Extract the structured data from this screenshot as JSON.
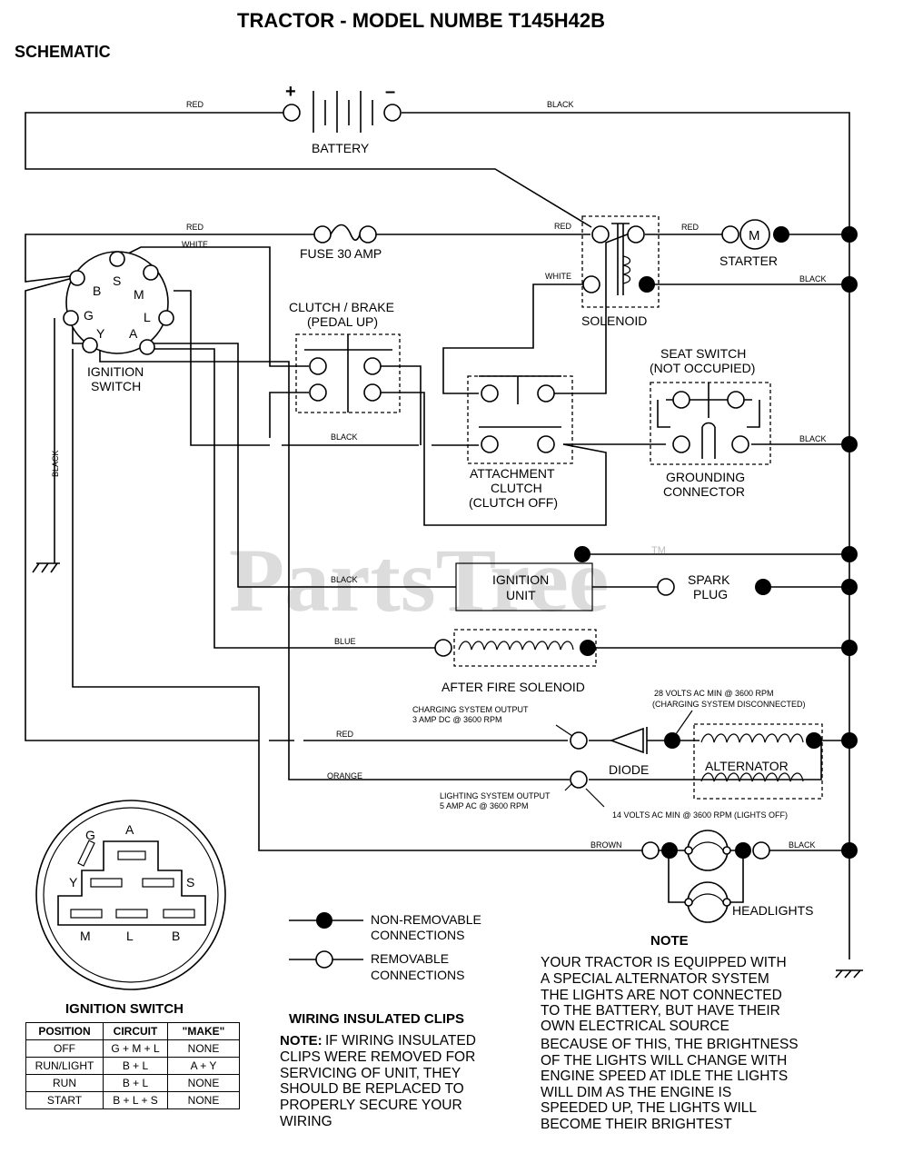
{
  "title": "TRACTOR - MODEL NUMBE T145H42B",
  "section": "SCHEMATIC",
  "watermark": {
    "text": "PartsTree",
    "tm": "TM"
  },
  "components": {
    "battery": "BATTERY",
    "battery_pos": "+",
    "battery_neg": "–",
    "fuse": "FUSE 30 AMP",
    "starter": "STARTER",
    "motor": "M",
    "solenoid": "SOLENOID",
    "ignition_switch": [
      "IGNITION",
      "SWITCH"
    ],
    "clutch_brake": [
      "CLUTCH / BRAKE",
      "(PEDAL UP)"
    ],
    "seat_switch": [
      "SEAT SWITCH",
      "(NOT OCCUPIED)"
    ],
    "grounding_connector": [
      "GROUNDING",
      "CONNECTOR"
    ],
    "attachment_clutch": [
      "ATTACHMENT",
      "CLUTCH",
      "(CLUTCH OFF)"
    ],
    "ignition_unit": [
      "IGNITION",
      "UNIT"
    ],
    "spark_plug": [
      "SPARK",
      "PLUG"
    ],
    "after_fire_solenoid": "AFTER FIRE SOLENOID",
    "diode": "DIODE",
    "alternator": "ALTERNATOR",
    "headlights": "HEADLIGHTS"
  },
  "switch_terminals": [
    "B",
    "S",
    "M",
    "L",
    "A",
    "Y",
    "G"
  ],
  "wires": {
    "red": "RED",
    "black": "BLACK",
    "white": "WHITE",
    "blue": "BLUE",
    "orange": "ORANGE",
    "brown": "BROWN"
  },
  "annotations": {
    "charging_output": [
      "CHARGING SYSTEM OUTPUT",
      "3 AMP DC @ 3600 RPM"
    ],
    "charging_disconnected": [
      "28 VOLTS AC MIN @ 3600 RPM",
      "(CHARGING SYSTEM DISCONNECTED)"
    ],
    "lighting_output": [
      "LIGHTING SYSTEM OUTPUT",
      "5 AMP AC @ 3600 RPM"
    ],
    "lights_off": "14 VOLTS AC MIN @ 3600 RPM (LIGHTS OFF)"
  },
  "legend": {
    "non_removable": [
      "NON-REMOVABLE",
      "CONNECTIONS"
    ],
    "removable": [
      "REMOVABLE",
      "CONNECTIONS"
    ]
  },
  "plug_diagram": {
    "title": "IGNITION SWITCH",
    "labels": [
      "G",
      "A",
      "Y",
      "S",
      "M",
      "L",
      "B"
    ]
  },
  "ignition_table": {
    "headers": [
      "POSITION",
      "CIRCUIT",
      "\"MAKE\""
    ],
    "rows": [
      [
        "OFF",
        "G + M + L",
        "NONE"
      ],
      [
        "RUN/LIGHT",
        "B + L",
        "A + Y"
      ],
      [
        "RUN",
        "B + L",
        "NONE"
      ],
      [
        "START",
        "B + L + S",
        "NONE"
      ]
    ]
  },
  "clips_note": {
    "heading": "WIRING INSULATED CLIPS",
    "lead": "NOTE:",
    "lines": [
      "IF WIRING INSULATED",
      "CLIPS WERE REMOVED FOR",
      "SERVICING OF UNIT, THEY",
      "SHOULD BE REPLACED TO",
      "PROPERLY SECURE YOUR",
      "WIRING"
    ]
  },
  "note": {
    "heading": "NOTE",
    "lines": [
      "YOUR TRACTOR IS EQUIPPED WITH",
      "A SPECIAL ALTERNATOR SYSTEM",
      "THE LIGHTS ARE NOT CONNECTED",
      "TO  THE BATTERY, BUT HAVE THEIR",
      "OWN ELECTRICAL SOURCE",
      "BECAUSE OF THIS, THE BRIGHTNESS",
      "OF THE LIGHTS WILL CHANGE WITH",
      "ENGINE SPEED   AT IDLE THE LIGHTS",
      "WILL DIM   AS THE ENGINE IS",
      "SPEEDED UP, THE LIGHTS WILL",
      "BECOME THEIR BRIGHTEST"
    ]
  }
}
